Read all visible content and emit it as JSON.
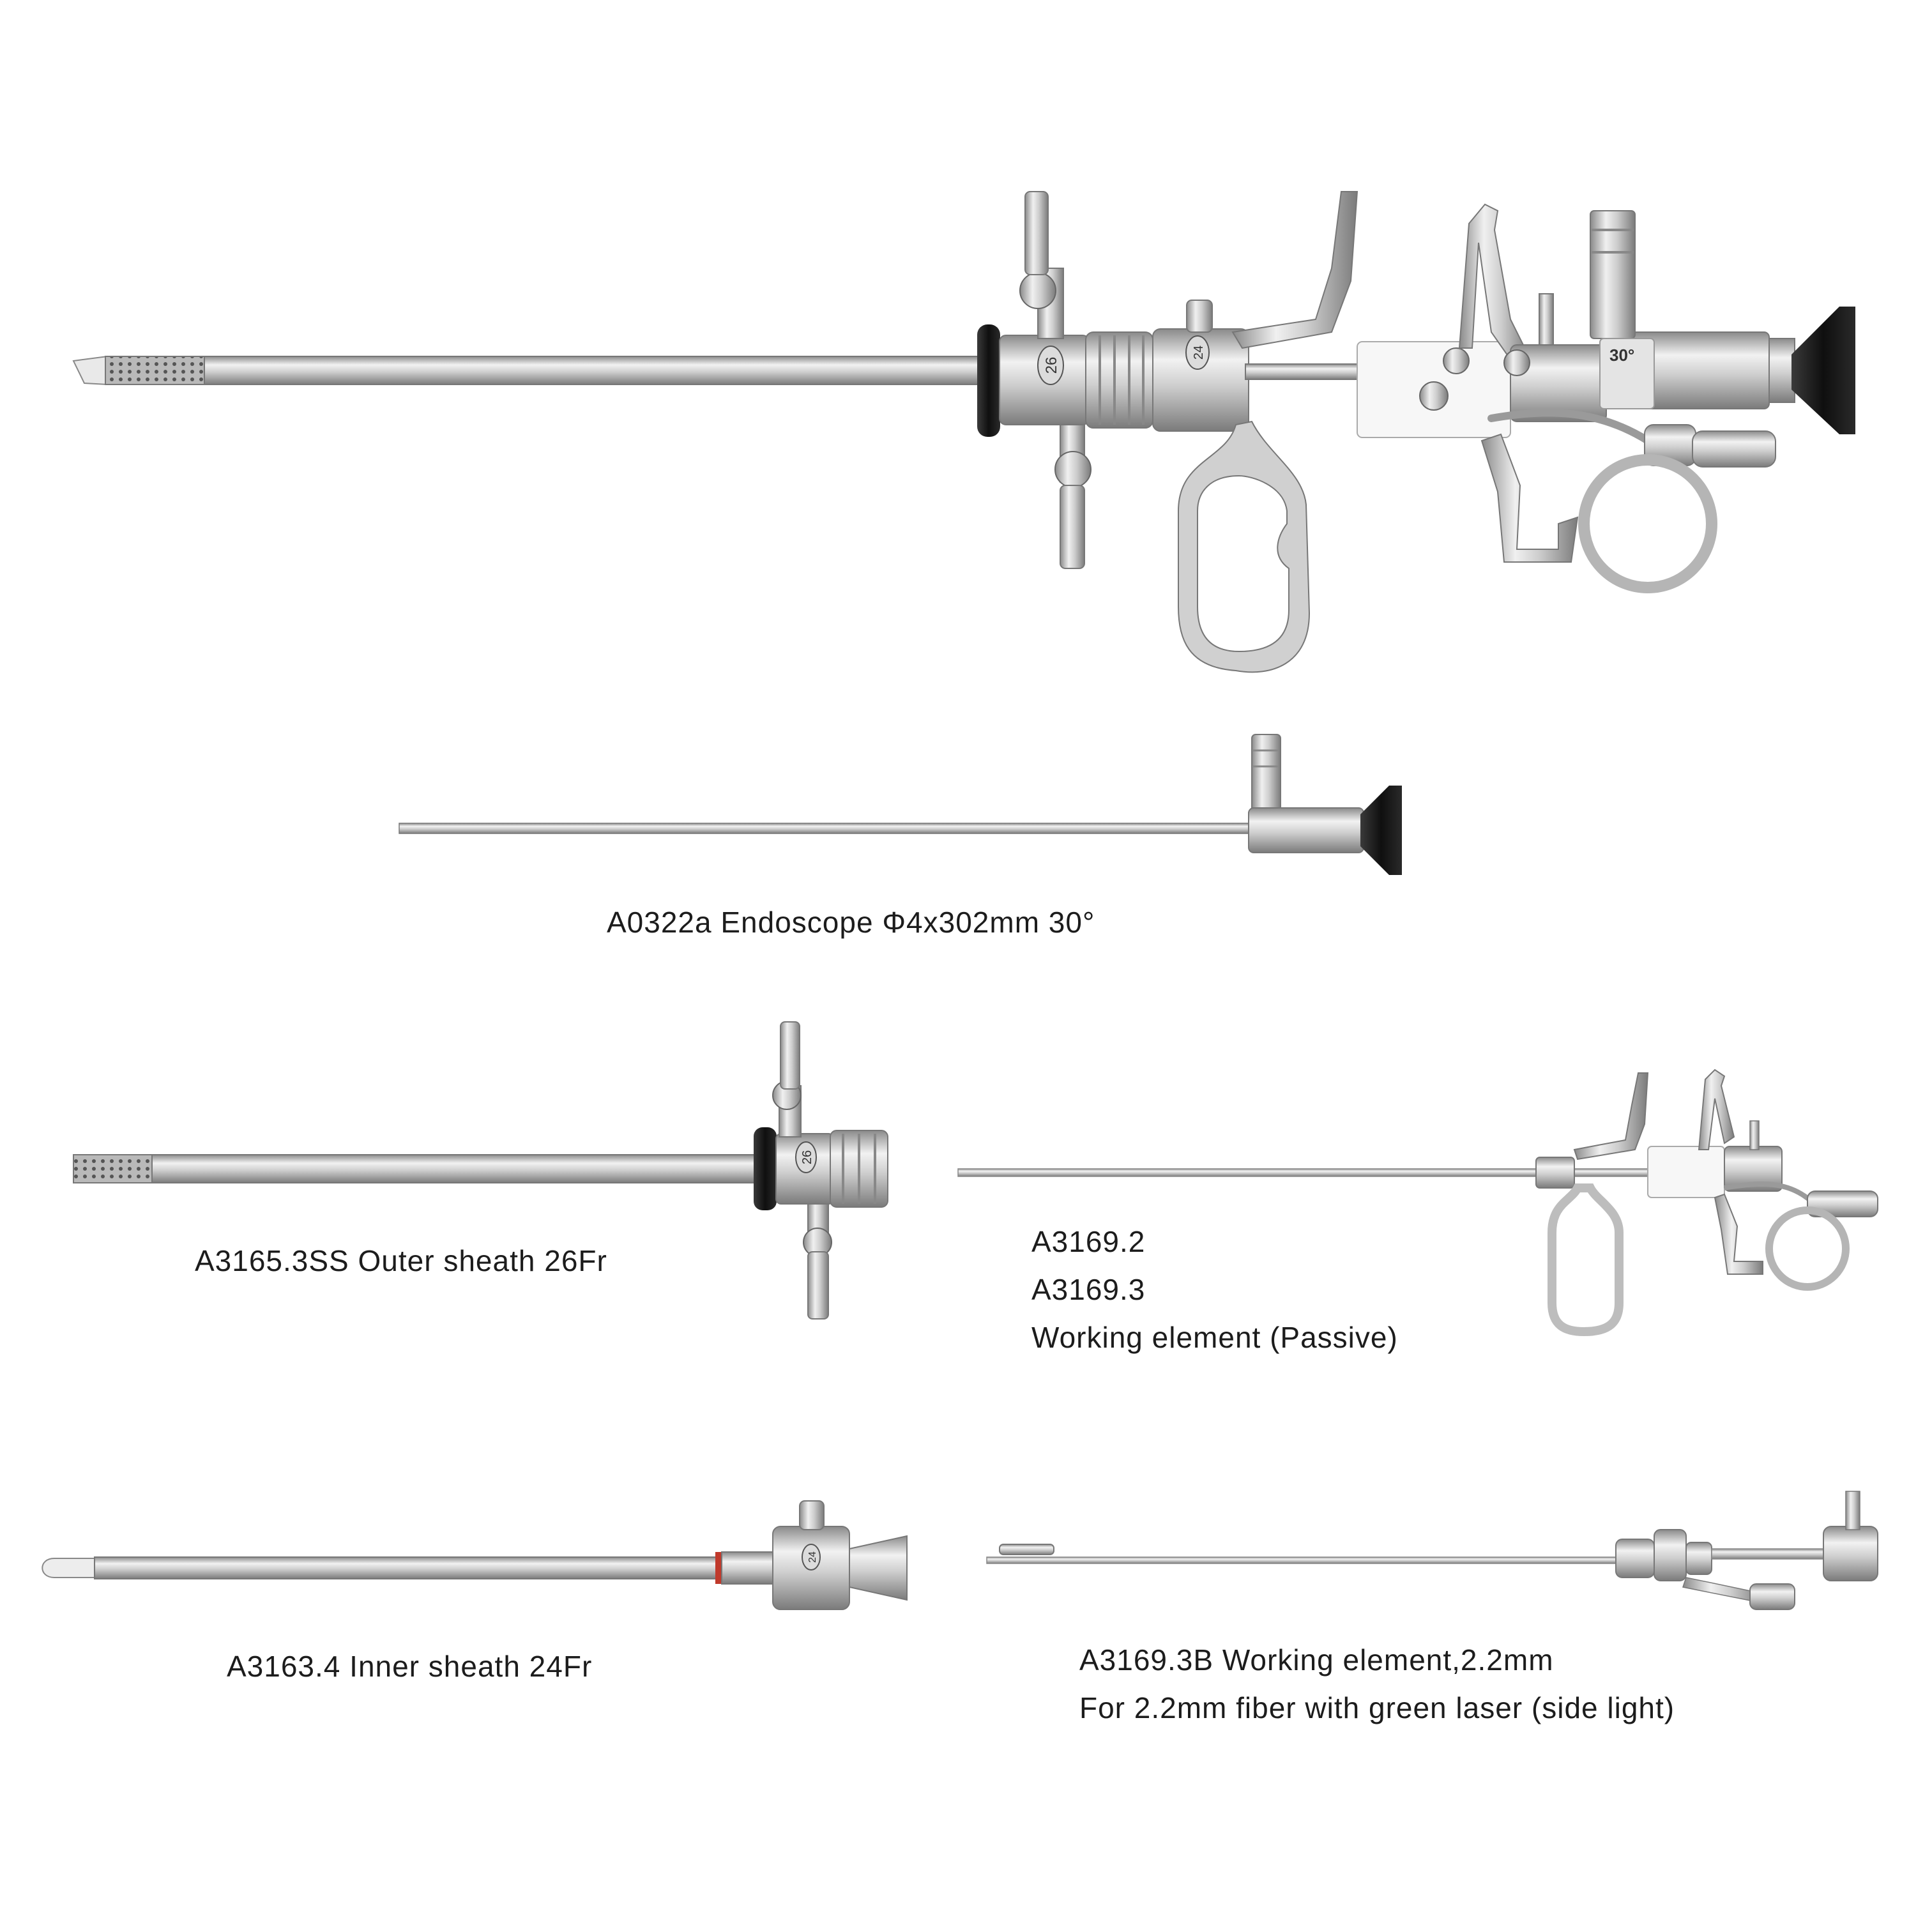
{
  "instruments": [
    {
      "id": "assembled",
      "parts": {
        "sheath_mark": "26",
        "inner_mark": "24",
        "scope_angle": "30°"
      }
    },
    {
      "id": "endoscope",
      "caption": [
        "A0322a  Endoscope  Φ4x302mm 30°"
      ]
    },
    {
      "id": "outer-sheath",
      "caption": [
        "A3165.3SS  Outer sheath  26Fr"
      ],
      "mark": "26"
    },
    {
      "id": "working-element-passive",
      "caption": [
        "A3169.2",
        "A3169.3",
        "Working element (Passive)"
      ]
    },
    {
      "id": "inner-sheath",
      "caption": [
        "A3163.4 Inner sheath 24Fr"
      ],
      "mark": "24"
    },
    {
      "id": "working-element-laser",
      "caption": [
        "A3169.3B Working element,2.2mm",
        "For 2.2mm fiber with green laser (side light)"
      ]
    }
  ],
  "colors": {
    "steel_light": "#eeeeee",
    "steel_mid": "#c4c4c4",
    "steel_dark": "#7a7a7a",
    "rubber": "#1b1b1b",
    "ptfe": "#f7f7f7",
    "ring_red": "#c0392b"
  }
}
